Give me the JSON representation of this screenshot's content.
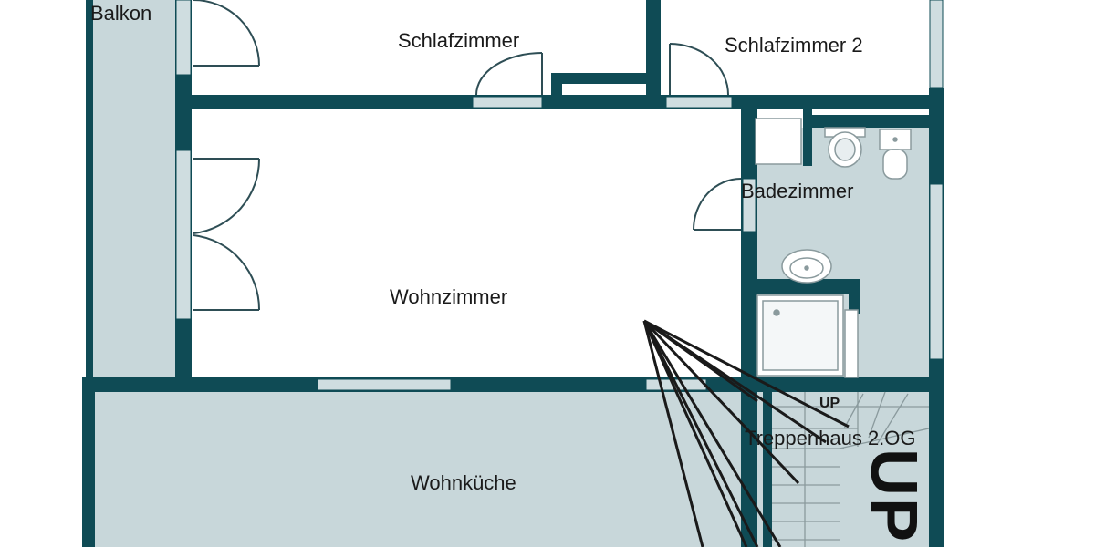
{
  "colors": {
    "wall": "#0f4b55",
    "floor_tint": "#c8d7da",
    "window": "#cfdde0",
    "door_line": "#2e4e55",
    "background": "#ffffff"
  },
  "rooms": {
    "balkon": "Balkon",
    "schlafzimmer": "Schlafzimmer",
    "schlafzimmer2": "Schlafzimmer 2",
    "badezimmer": "Badezimmer",
    "wohnzimmer": "Wohnzimmer",
    "treppenhaus": "Treppenhaus 2.OG",
    "wohnkueche": "Wohnküche"
  },
  "stairs": {
    "up_small": "UP",
    "up_large": "UP"
  },
  "icons": [
    "door-swing-icon",
    "toilet-icon",
    "bidet-icon",
    "sink-icon",
    "shower-icon",
    "camera-viewpoint-icon",
    "stair-steps-icon"
  ]
}
